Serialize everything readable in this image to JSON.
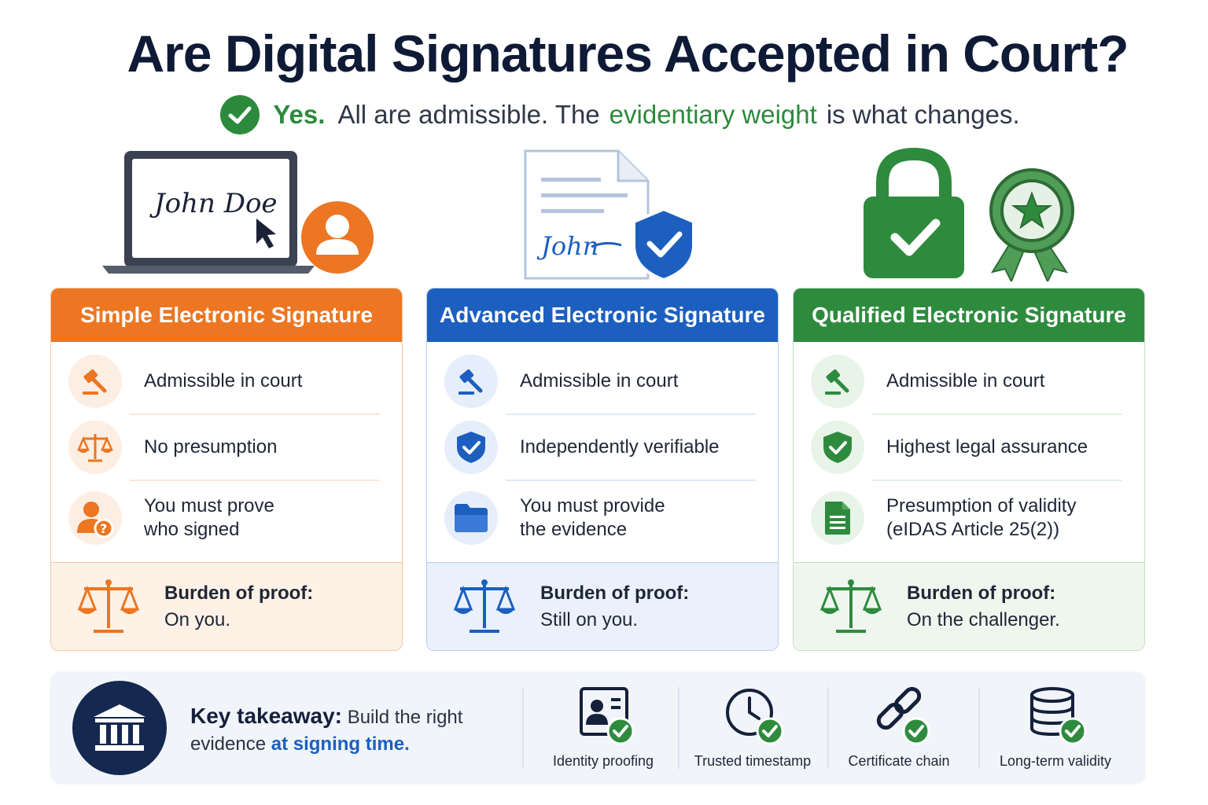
{
  "title": "Are Digital Signatures Accepted in Court?",
  "subtitle": {
    "yes": "Yes.",
    "part1": "All are admissible. The",
    "highlight": "evidentiary weight",
    "part2": "is what changes."
  },
  "hero": {
    "signature_text": "John Doe",
    "doc_signature_text": "John"
  },
  "cards": [
    {
      "title": "Simple Electronic Signature",
      "accent": "#ec7622",
      "rows": [
        {
          "icon": "gavel-icon",
          "text": "Admissible in court"
        },
        {
          "icon": "scales-icon",
          "text": "No presumption"
        },
        {
          "icon": "person-question-icon",
          "line1": "You must prove",
          "line2": "who signed"
        }
      ],
      "burden_label": "Burden of proof:",
      "burden_value": "On you."
    },
    {
      "title": "Advanced Electronic Signature",
      "accent": "#1c5fbf",
      "rows": [
        {
          "icon": "gavel-icon",
          "text": "Admissible in court"
        },
        {
          "icon": "shield-check-icon",
          "text": "Independently verifiable"
        },
        {
          "icon": "folder-icon",
          "line1": "You must provide",
          "line2": "the evidence"
        }
      ],
      "burden_label": "Burden of proof:",
      "burden_value": "Still on you."
    },
    {
      "title": "Qualified Electronic Signature",
      "accent": "#2e8b3e",
      "rows": [
        {
          "icon": "gavel-icon",
          "text": "Admissible in court"
        },
        {
          "icon": "shield-check-icon",
          "text": "Highest legal assurance"
        },
        {
          "icon": "document-icon",
          "line1": "Presumption of validity",
          "line2": "(eIDAS Article 25(2))"
        }
      ],
      "burden_label": "Burden of proof:",
      "burden_value": "On the challenger."
    }
  ],
  "takeaway": {
    "label": "Key takeaway:",
    "text1": "Build the right",
    "text2": "evidence",
    "highlight": "at signing time."
  },
  "features": [
    {
      "icon": "identity-card-icon",
      "label": "Identity proofing"
    },
    {
      "icon": "clock-icon",
      "label": "Trusted timestamp"
    },
    {
      "icon": "chain-link-icon",
      "label": "Certificate chain"
    },
    {
      "icon": "database-icon",
      "label": "Long-term validity"
    }
  ]
}
